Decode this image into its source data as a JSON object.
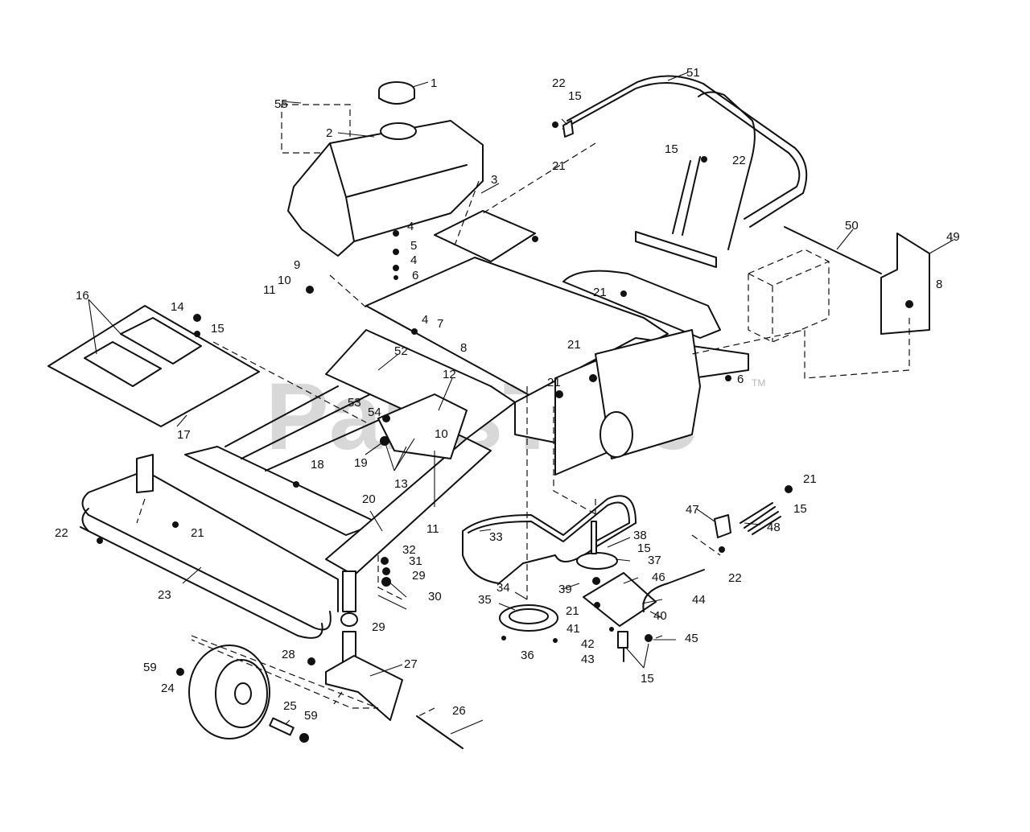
{
  "watermark": {
    "text": "PartsTree",
    "trademark": "TM"
  },
  "callouts": [
    {
      "id": "c1",
      "label": "1"
    },
    {
      "id": "c2",
      "label": "2"
    },
    {
      "id": "c3",
      "label": "3"
    },
    {
      "id": "c4a",
      "label": "4"
    },
    {
      "id": "c4b",
      "label": "4"
    },
    {
      "id": "c4c",
      "label": "4"
    },
    {
      "id": "c5",
      "label": "5"
    },
    {
      "id": "c6a",
      "label": "6"
    },
    {
      "id": "c6b",
      "label": "6"
    },
    {
      "id": "c7",
      "label": "7"
    },
    {
      "id": "c8a",
      "label": "8"
    },
    {
      "id": "c8b",
      "label": "8"
    },
    {
      "id": "c9",
      "label": "9"
    },
    {
      "id": "c10a",
      "label": "10"
    },
    {
      "id": "c10b",
      "label": "10"
    },
    {
      "id": "c11a",
      "label": "11"
    },
    {
      "id": "c11b",
      "label": "11"
    },
    {
      "id": "c12",
      "label": "12"
    },
    {
      "id": "c13",
      "label": "13"
    },
    {
      "id": "c14",
      "label": "14"
    },
    {
      "id": "c15a",
      "label": "15"
    },
    {
      "id": "c15b",
      "label": "15"
    },
    {
      "id": "c15c",
      "label": "15"
    },
    {
      "id": "c15d",
      "label": "15"
    },
    {
      "id": "c15e",
      "label": "15"
    },
    {
      "id": "c15f",
      "label": "15"
    },
    {
      "id": "c16",
      "label": "16"
    },
    {
      "id": "c17",
      "label": "17"
    },
    {
      "id": "c18",
      "label": "18"
    },
    {
      "id": "c19",
      "label": "19"
    },
    {
      "id": "c20",
      "label": "20"
    },
    {
      "id": "c21a",
      "label": "21"
    },
    {
      "id": "c21b",
      "label": "21"
    },
    {
      "id": "c21c",
      "label": "21"
    },
    {
      "id": "c21d",
      "label": "21"
    },
    {
      "id": "c21e",
      "label": "21"
    },
    {
      "id": "c21f",
      "label": "21"
    },
    {
      "id": "c21g",
      "label": "21"
    },
    {
      "id": "c22a",
      "label": "22"
    },
    {
      "id": "c22b",
      "label": "22"
    },
    {
      "id": "c22c",
      "label": "22"
    },
    {
      "id": "c22d",
      "label": "22"
    },
    {
      "id": "c23",
      "label": "23"
    },
    {
      "id": "c24",
      "label": "24"
    },
    {
      "id": "c25",
      "label": "25"
    },
    {
      "id": "c26",
      "label": "26"
    },
    {
      "id": "c27",
      "label": "27"
    },
    {
      "id": "c28",
      "label": "28"
    },
    {
      "id": "c29a",
      "label": "29"
    },
    {
      "id": "c29b",
      "label": "29"
    },
    {
      "id": "c30",
      "label": "30"
    },
    {
      "id": "c31",
      "label": "31"
    },
    {
      "id": "c32",
      "label": "32"
    },
    {
      "id": "c33",
      "label": "33"
    },
    {
      "id": "c34",
      "label": "34"
    },
    {
      "id": "c35",
      "label": "35"
    },
    {
      "id": "c36",
      "label": "36"
    },
    {
      "id": "c37",
      "label": "37"
    },
    {
      "id": "c38",
      "label": "38"
    },
    {
      "id": "c39",
      "label": "39"
    },
    {
      "id": "c40",
      "label": "40"
    },
    {
      "id": "c41",
      "label": "41"
    },
    {
      "id": "c42",
      "label": "42"
    },
    {
      "id": "c43",
      "label": "43"
    },
    {
      "id": "c44",
      "label": "44"
    },
    {
      "id": "c45",
      "label": "45"
    },
    {
      "id": "c46",
      "label": "46"
    },
    {
      "id": "c47",
      "label": "47"
    },
    {
      "id": "c48",
      "label": "48"
    },
    {
      "id": "c49",
      "label": "49"
    },
    {
      "id": "c50",
      "label": "50"
    },
    {
      "id": "c51",
      "label": "51"
    },
    {
      "id": "c52",
      "label": "52"
    },
    {
      "id": "c53",
      "label": "53"
    },
    {
      "id": "c54",
      "label": "54"
    },
    {
      "id": "c55",
      "label": "55"
    },
    {
      "id": "c59a",
      "label": "59"
    },
    {
      "id": "c59b",
      "label": "59"
    }
  ]
}
